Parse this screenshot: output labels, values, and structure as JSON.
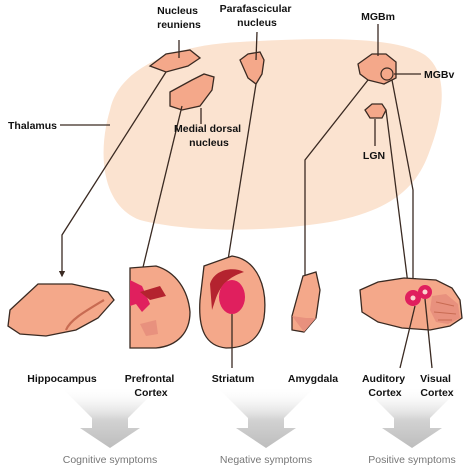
{
  "labels": {
    "nucleus_reuniens": [
      "Nucleus",
      "reuniens"
    ],
    "parafascicular": [
      "Parafascicular",
      "nucleus"
    ],
    "mgbm": "MGBm",
    "mgbv": "MGBv",
    "thalamus": "Thalamus",
    "medial_dorsal": [
      "Medial dorsal",
      "nucleus"
    ],
    "lgn": "LGN",
    "hippocampus": "Hippocampus",
    "prefrontal": [
      "Prefrontal",
      "Cortex"
    ],
    "striatum": "Striatum",
    "amygdala": "Amygdala",
    "auditory": [
      "Auditory",
      "Cortex"
    ],
    "visual": [
      "Visual",
      "Cortex"
    ]
  },
  "symptoms": [
    "Cognitive symptoms",
    "Negative symptoms",
    "Positive symptoms"
  ],
  "colors": {
    "thalamus_fill": "#fbe3d0",
    "nucleus_fill": "#f4a88a",
    "nucleus_stroke": "#3a2a22",
    "target_highlight": "#e01f5e",
    "target_dark": "#b4232f",
    "arrow_gray": "#c8c8c8"
  }
}
